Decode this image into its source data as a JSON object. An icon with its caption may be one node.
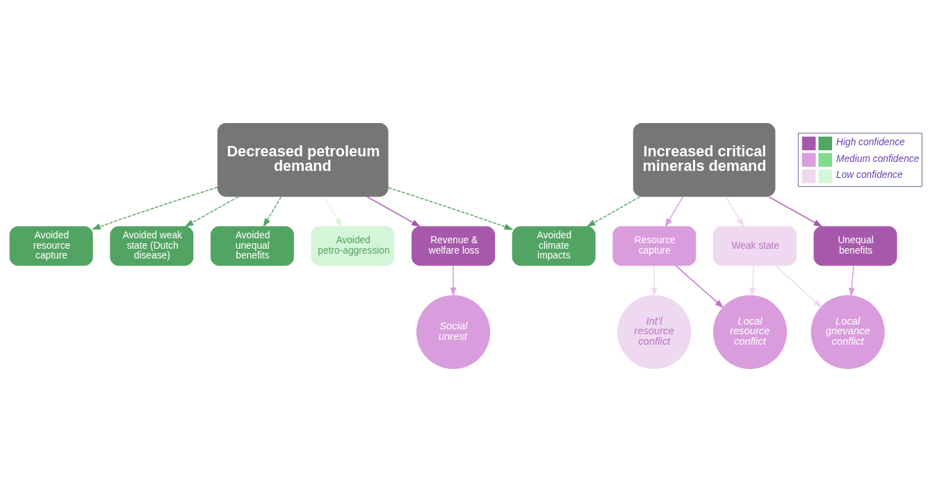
{
  "diagram": {
    "nodes": [
      {
        "text": [
          "Decreased petroleum demand"
        ]
      },
      {
        "text": [
          "Increased critical minerals demand"
        ]
      },
      {
        "text": [
          "Avoided resource capture"
        ]
      },
      {
        "text": [
          "Avoided weak state (Dutch disease)"
        ]
      },
      {
        "text": [
          "Avoided unequal benefits"
        ]
      },
      {
        "text": [
          "Avoided petro-aggression"
        ]
      },
      {
        "text": [
          "Revenue & welfare loss"
        ]
      },
      {
        "text": [
          "Avoided climate impacts"
        ]
      },
      {
        "text": [
          "Resource capture"
        ]
      },
      {
        "text": [
          "Unequal benefits"
        ]
      },
      {
        "text": [
          "Weak state"
        ]
      },
      {
        "text": [
          "Social unrest"
        ]
      },
      {
        "text": [
          "Int’l resource conflict"
        ]
      },
      {
        "text": [
          "Local resource conflict"
        ]
      },
      {
        "text": [
          "Local grievance conflict"
        ]
      }
    ],
    "edges": [
      {
        "from": 0,
        "to": 2,
        "arrow": "to",
        "style": "dashed",
        "color": "#52a463"
      },
      {
        "from": 0,
        "to": 3,
        "arrow": "to",
        "style": "dashed",
        "color": "#52a463"
      },
      {
        "from": 0,
        "to": 4,
        "arrow": "to",
        "style": "dashed",
        "color": "#52a463"
      },
      {
        "from": 0,
        "to": 5,
        "arrow": "to",
        "style": "dashed",
        "color": "#d5f5d8"
      },
      {
        "from": 0,
        "to": 6,
        "arrow": "to",
        "color": "#a659ab"
      },
      {
        "from": 6,
        "to": 11,
        "arrow": "to",
        "color": "#d99cdd"
      },
      {
        "from": 0,
        "to": 7,
        "arrow": "to",
        "style": "dashed",
        "color": "#52a463"
      },
      {
        "from": 1,
        "to": 7,
        "arrow": "to",
        "style": "dashed",
        "color": "#52a463"
      },
      {
        "from": 1,
        "to": 8,
        "arrow": "to",
        "color": "#d99cdd"
      },
      {
        "from": 1,
        "to": 10,
        "arrow": "to",
        "color": "#eed9f0"
      },
      {
        "from": 1,
        "to": 9,
        "arrow": "to",
        "color": "#a659ab"
      },
      {
        "from": 8,
        "to": 12,
        "arrow": "to",
        "color": "#eed9f0"
      },
      {
        "from": 8,
        "to": 13,
        "arrow": "to",
        "color": "#c070c8"
      },
      {
        "from": 10,
        "to": 13,
        "arrow": "to",
        "color": "#eed9f0"
      },
      {
        "from": 10,
        "to": 14,
        "arrow": "to",
        "color": "#eed9f0"
      },
      {
        "from": 9,
        "to": 14,
        "arrow": "to",
        "color": "#d99cdd"
      }
    ],
    "legend": [
      {
        "text": "High confidence",
        "color": "#a659ab"
      },
      {
        "text": "Medium confidence",
        "color": "#d99cdd"
      },
      {
        "text": "Low confidence",
        "color": "#eed9f0"
      }
    ]
  }
}
